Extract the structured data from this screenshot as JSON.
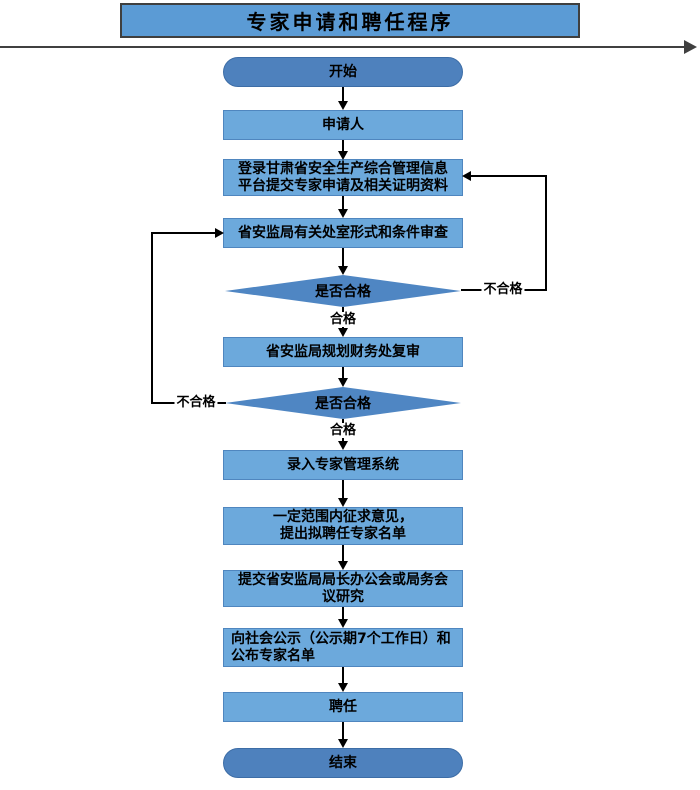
{
  "title": "专家申请和聘任程序",
  "flow": {
    "start": "开始",
    "end": "结束",
    "steps": [
      "申请人",
      "登录甘肃省安全生产综合管理信息\n平台提交专家申请及相关证明资料",
      "省安监局有关处室形式和条件审查",
      "省安监局规划财务处复审",
      "录入专家管理系统",
      "一定范围内征求意见，\n提出拟聘任专家名单",
      "提交省安监局局长办公会或局务会\n议研究",
      "向社会公示（公示期7个工作日）和\n公布专家名单",
      "聘任"
    ],
    "decision1": "是否合格",
    "decision2": "是否合格",
    "pass1": "合格",
    "pass2": "合格",
    "fail1": "不合格",
    "fail2": "不合格"
  },
  "colors": {
    "title_fill": "#5B9BD5",
    "process_fill": "#6CA9DC",
    "terminal_fill": "#4E81BD",
    "decision_fill": "#4F86C3",
    "connector": "#000000",
    "rule": "#404040"
  }
}
